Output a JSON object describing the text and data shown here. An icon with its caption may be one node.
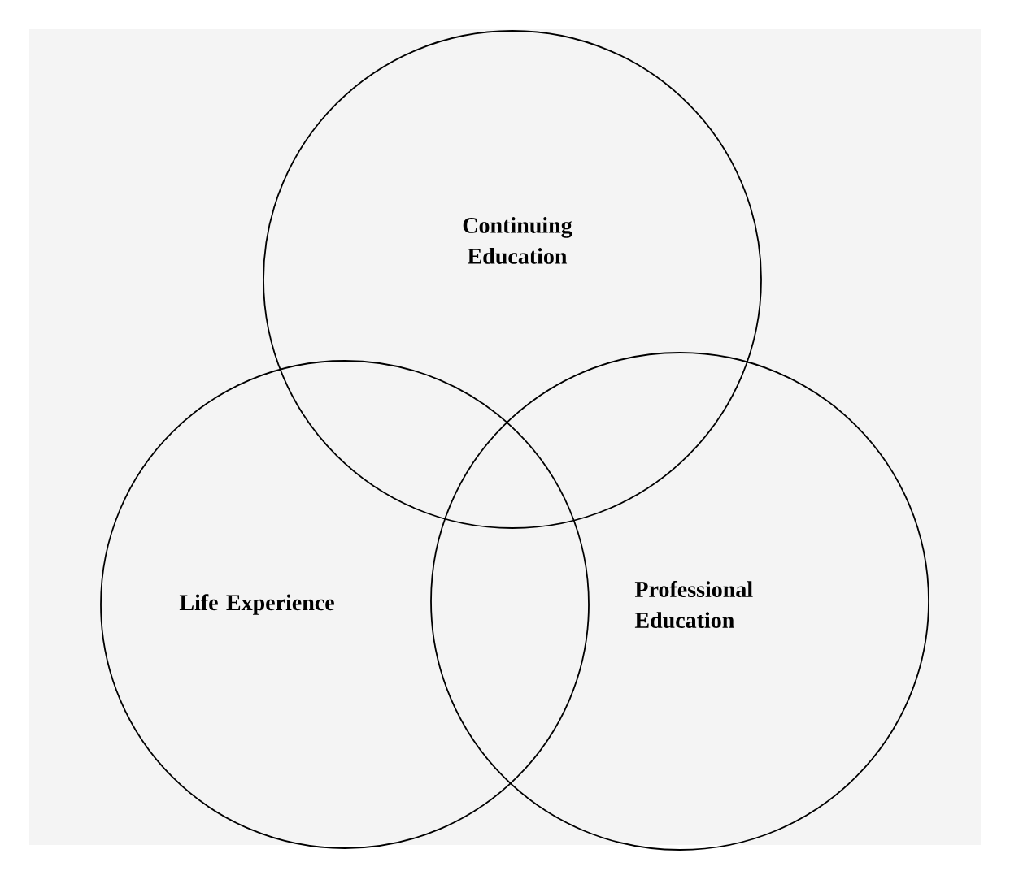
{
  "diagram": {
    "nodes": [
      {
        "text": [
          "Continuing Education"
        ]
      },
      {
        "text": [
          "Life Experience"
        ]
      },
      {
        "text": [
          "Professional Education"
        ]
      }
    ]
  }
}
